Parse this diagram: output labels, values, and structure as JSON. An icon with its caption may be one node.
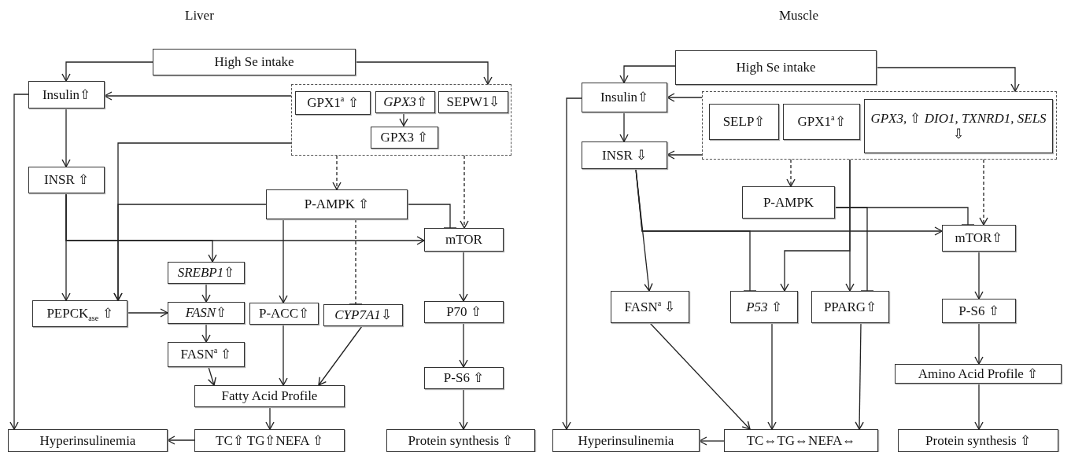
{
  "diagram": {
    "nodes": [
      {
        "text": [
          "High Se intake"
        ]
      },
      {
        "text": [
          "Insulin⇧"
        ]
      },
      {
        "text": [],
        "shape": "box"
      },
      {
        "text": [
          "GPX1$^{a}$ ⇧"
        ],
        "in": 2
      },
      {
        "text": [
          "*GPX3*⇧"
        ],
        "in": 2
      },
      {
        "text": [
          "SEPW1⇩"
        ],
        "in": 2
      },
      {
        "text": [
          "GPX3 ⇧"
        ],
        "in": 2
      },
      {
        "text": [
          "INSR ⇧"
        ]
      },
      {
        "text": [
          "P-AMPK ⇧"
        ]
      },
      {
        "text": [
          "mTOR"
        ]
      },
      {
        "text": [
          "*SREBP1*⇧"
        ]
      },
      {
        "text": [
          "PEPCK$_{ase}$ ⇧"
        ]
      },
      {
        "text": [
          "*FASN*⇧"
        ]
      },
      {
        "text": [
          "P-ACC⇧"
        ]
      },
      {
        "text": [
          "*CYP7A1*⇩"
        ]
      },
      {
        "text": [
          "P70 ⇧"
        ]
      },
      {
        "text": [
          "FASN$^{a}$ ⇧"
        ]
      },
      {
        "text": [
          "Fatty Acid Profile"
        ]
      },
      {
        "text": [
          "P-S6 ⇧"
        ]
      },
      {
        "text": [
          "Hyperinsulinemia"
        ]
      },
      {
        "text": [
          "TC⇧ TG⇧NEFA ⇧"
        ]
      },
      {
        "text": [
          "Protein synthesis ⇧"
        ]
      },
      {
        "text": [
          "High Se intake"
        ]
      },
      {
        "text": [
          "Insulin⇧"
        ]
      },
      {
        "text": [],
        "shape": "box"
      },
      {
        "text": [
          "SELP⇧"
        ],
        "in": 24
      },
      {
        "text": [
          "GPX1$^{a}$⇧"
        ],
        "in": 24
      },
      {
        "text": [
          "*GPX3,* ⇧ *DIO1, TXNRD1, SELS* ⇩"
        ],
        "in": 24
      },
      {
        "text": [
          "INSR ⇩"
        ]
      },
      {
        "text": [
          "P-AMPK"
        ]
      },
      {
        "text": [
          "mTOR⇧"
        ]
      },
      {
        "text": [
          "FASN$^{a}$ ⇩"
        ]
      },
      {
        "text": [
          "*P53* ⇧"
        ]
      },
      {
        "text": [
          "PPARG⇧"
        ]
      },
      {
        "text": [
          "P-S6 ⇧"
        ]
      },
      {
        "text": [
          "Amino Acid Profile ⇧"
        ]
      },
      {
        "text": [
          "Hyperinsulinemia"
        ]
      },
      {
        "text": [
          "TC⇔TG⇔NEFA⇔"
        ]
      },
      {
        "text": [
          "Protein synthesis ⇧"
        ]
      }
    ],
    "edges": [
      {
        "from": 0,
        "to": 1,
        "arrow": "to"
      },
      {
        "from": 0,
        "to": 2,
        "arrow": "to"
      },
      {
        "from": 2,
        "to": 1,
        "arrow": "to"
      },
      {
        "from": 4,
        "to": 6,
        "arrow": "to"
      },
      {
        "from": 1,
        "to": 7,
        "arrow": "to"
      },
      {
        "from": 2,
        "to": 11,
        "arrow": "to"
      },
      {
        "from": 8,
        "to": 11,
        "arrow": "to"
      },
      {
        "from": 2,
        "to": 8,
        "arrow": "to",
        "style": "dashed"
      },
      {
        "from": 2,
        "to": 9,
        "arrow": "to",
        "style": "dashed"
      },
      {
        "from": 8,
        "to": 9,
        "arrow": "other"
      },
      {
        "from": 7,
        "to": 9,
        "arrow": "to"
      },
      {
        "from": 7,
        "to": 11,
        "arrow": "to"
      },
      {
        "from": 7,
        "to": 10,
        "arrow": "to"
      },
      {
        "from": 8,
        "to": 13,
        "arrow": "to"
      },
      {
        "from": 8,
        "to": 14,
        "arrow": "other",
        "style": "dashed"
      },
      {
        "from": 1,
        "to": 19,
        "arrow": "to"
      },
      {
        "from": 11,
        "to": 12,
        "arrow": "to"
      },
      {
        "from": 10,
        "to": 12,
        "arrow": "to"
      },
      {
        "from": 12,
        "to": 16,
        "arrow": "to"
      },
      {
        "from": 16,
        "to": 17,
        "arrow": "to"
      },
      {
        "from": 13,
        "to": 17,
        "arrow": "to"
      },
      {
        "from": 14,
        "to": 17,
        "arrow": "to"
      },
      {
        "from": 17,
        "to": 20,
        "arrow": "to"
      },
      {
        "from": 20,
        "to": 19,
        "arrow": "to"
      },
      {
        "from": 9,
        "to": 15,
        "arrow": "to"
      },
      {
        "from": 15,
        "to": 18,
        "arrow": "to"
      },
      {
        "from": 18,
        "to": 21,
        "arrow": "to"
      },
      {
        "from": 22,
        "to": 23,
        "arrow": "to"
      },
      {
        "from": 22,
        "to": 24,
        "arrow": "to"
      },
      {
        "from": 24,
        "to": 23,
        "arrow": "to"
      },
      {
        "from": 24,
        "to": 28,
        "arrow": "to"
      },
      {
        "from": 23,
        "to": 28,
        "arrow": "to"
      },
      {
        "from": 23,
        "to": 36,
        "arrow": "to"
      },
      {
        "from": 24,
        "to": 29,
        "arrow": "to",
        "style": "dashed"
      },
      {
        "from": 24,
        "to": 30,
        "arrow": "to",
        "style": "dashed"
      },
      {
        "from": 29,
        "to": 30,
        "arrow": "other"
      },
      {
        "from": 28,
        "to": 31,
        "arrow": "to"
      },
      {
        "from": 28,
        "to": 30,
        "arrow": "to"
      },
      {
        "from": 28,
        "to": 32,
        "arrow": "other"
      },
      {
        "from": 24,
        "to": 33,
        "arrow": "to"
      },
      {
        "from": 24,
        "to": 32,
        "arrow": "to"
      },
      {
        "from": 29,
        "to": 33,
        "arrow": "other"
      },
      {
        "from": 31,
        "to": 37,
        "arrow": "to"
      },
      {
        "from": 32,
        "to": 37,
        "arrow": "to"
      },
      {
        "from": 33,
        "to": 37,
        "arrow": "to"
      },
      {
        "from": 37,
        "to": 36,
        "arrow": "to"
      },
      {
        "from": 30,
        "to": 34,
        "arrow": "to"
      },
      {
        "from": 34,
        "to": 35,
        "arrow": "to"
      },
      {
        "from": 35,
        "to": 38,
        "arrow": "to"
      }
    ],
    "labels": [
      "Liver",
      "Muscle"
    ]
  }
}
